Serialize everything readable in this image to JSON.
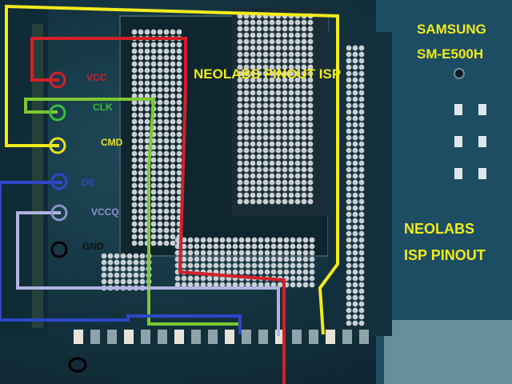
{
  "title": "NEOLABS PINOUT ISP",
  "model": {
    "brand": "SAMSUNG",
    "number": "SM-E500H"
  },
  "caption": [
    "NEOLABS",
    "ISP PINOUT"
  ],
  "pins": [
    {
      "label": "VCC",
      "color": "#d4202a"
    },
    {
      "label": "CLK",
      "color": "#3bbd3b"
    },
    {
      "label": "CMD",
      "color": "#e8e020"
    },
    {
      "label": "D0",
      "color": "#2e47c8"
    },
    {
      "label": "VCCQ",
      "color": "#8c93c8"
    },
    {
      "label": "GND",
      "color": "#111111"
    }
  ],
  "colors": {
    "text_title": "#f2ea1c",
    "board": "#173a48"
  }
}
